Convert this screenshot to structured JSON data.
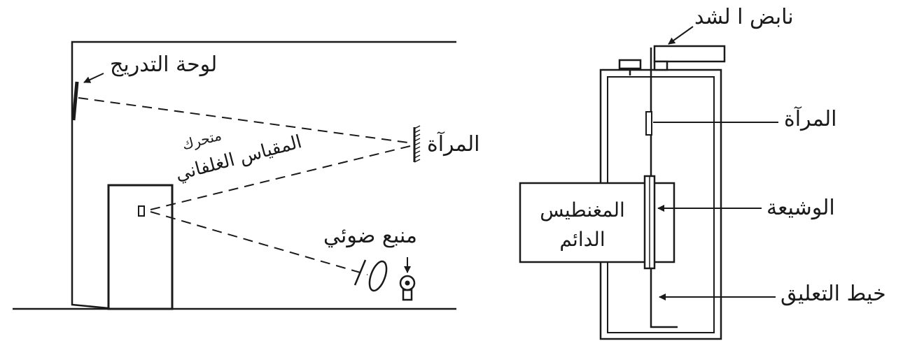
{
  "left_diagram": {
    "scale_label": "لوحة التدريج",
    "mirror_label": "المرآة",
    "galvanometer_label_line1": "متحرك",
    "galvanometer_label_line2": "المقياس الغلفاني",
    "light_source_label": "منبع ضوئي"
  },
  "right_diagram": {
    "spring_label": "نابض ا لشد",
    "mirror_label": "المرآة",
    "coil_label": "الوشيعة",
    "suspension_label": "خيط التعليق",
    "magnet_label_line1": "المغنطيس",
    "magnet_label_line2": "الدائم"
  },
  "colors": {
    "ink": "#1a1a1a",
    "background": "#ffffff"
  }
}
